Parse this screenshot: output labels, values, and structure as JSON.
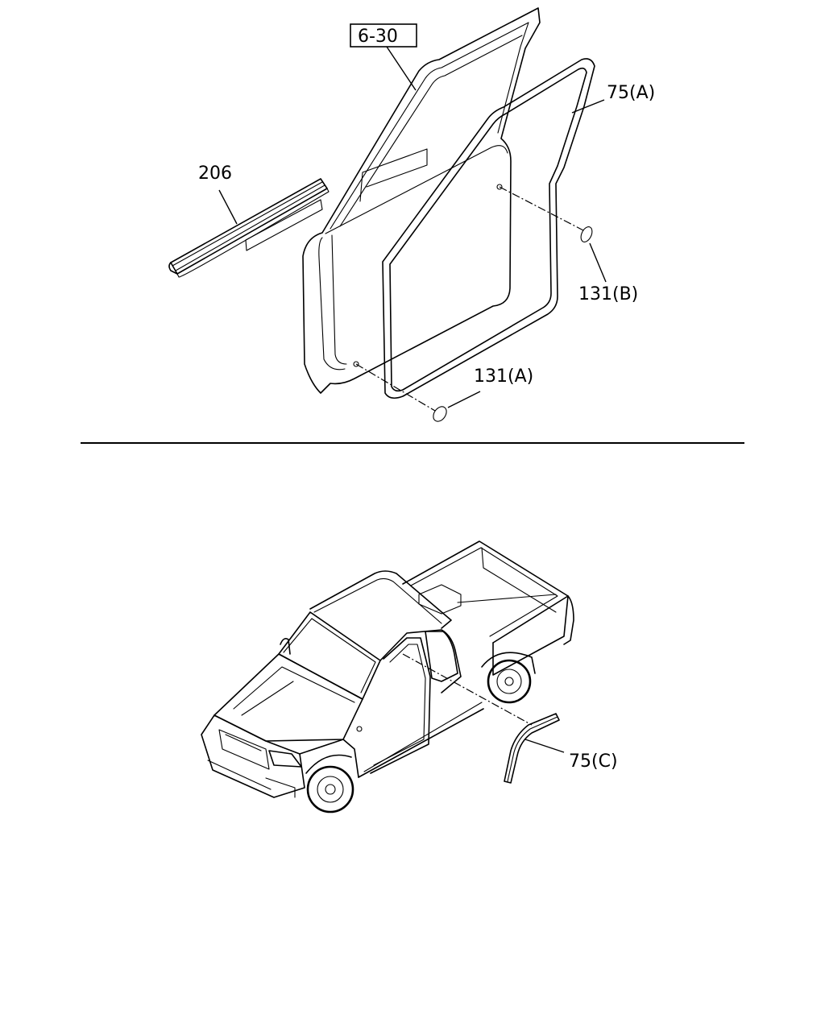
{
  "callouts": {
    "ref_box": "6-30",
    "part_206": "206",
    "part_75a": "75(A)",
    "part_131b": "131(B)",
    "part_131a": "131(A)",
    "part_75c": "75(C)"
  }
}
